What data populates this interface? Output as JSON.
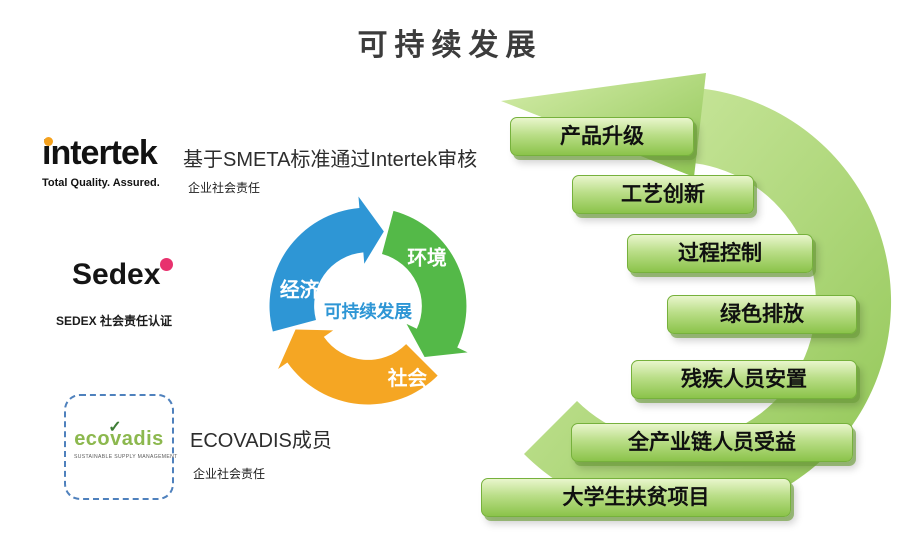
{
  "title": "可持续发展",
  "certifications": {
    "intertek": {
      "logo_text": "intertek",
      "tagline": "Total Quality. Assured.",
      "heading": "基于SMETA标准通过Intertek审核",
      "subheading": "企业社会责任"
    },
    "sedex": {
      "logo_text": "Sedex",
      "caption": "SEDEX 社会责任认证"
    },
    "ecovadis": {
      "logo_text": "ecovadis",
      "tagline": "SUSTAINABLE SUPPLY MANAGEMENT",
      "heading": "ECOVADIS成员",
      "subheading": "企业社会责任"
    }
  },
  "cycle": {
    "center_label": "可持续发展",
    "center_color": "#2e96d5",
    "segments": [
      {
        "label": "经济",
        "color": "#2e96d5"
      },
      {
        "label": "环境",
        "color": "#54b948"
      },
      {
        "label": "社会",
        "color": "#f5a623"
      }
    ]
  },
  "initiatives": [
    "产品升级",
    "工艺创新",
    "过程控制",
    "绿色排放",
    "残疾人员安置",
    "全产业链人员受益",
    "大学生扶贫项目"
  ],
  "colors": {
    "pill_green": "#8bc34a",
    "pill_border": "#76b13c",
    "swoosh_green_light": "#d0eaa6",
    "swoosh_green_dark": "#8fc553",
    "economy_blue": "#2e96d5",
    "environment_green": "#54b948",
    "society_orange": "#f5a623",
    "intertek_dot_orange": "#f5a11c",
    "sedex_dot_red": "#e8326e",
    "ecovadis_green": "#8cb84e",
    "ecovadis_border_blue": "#4f81bd"
  }
}
